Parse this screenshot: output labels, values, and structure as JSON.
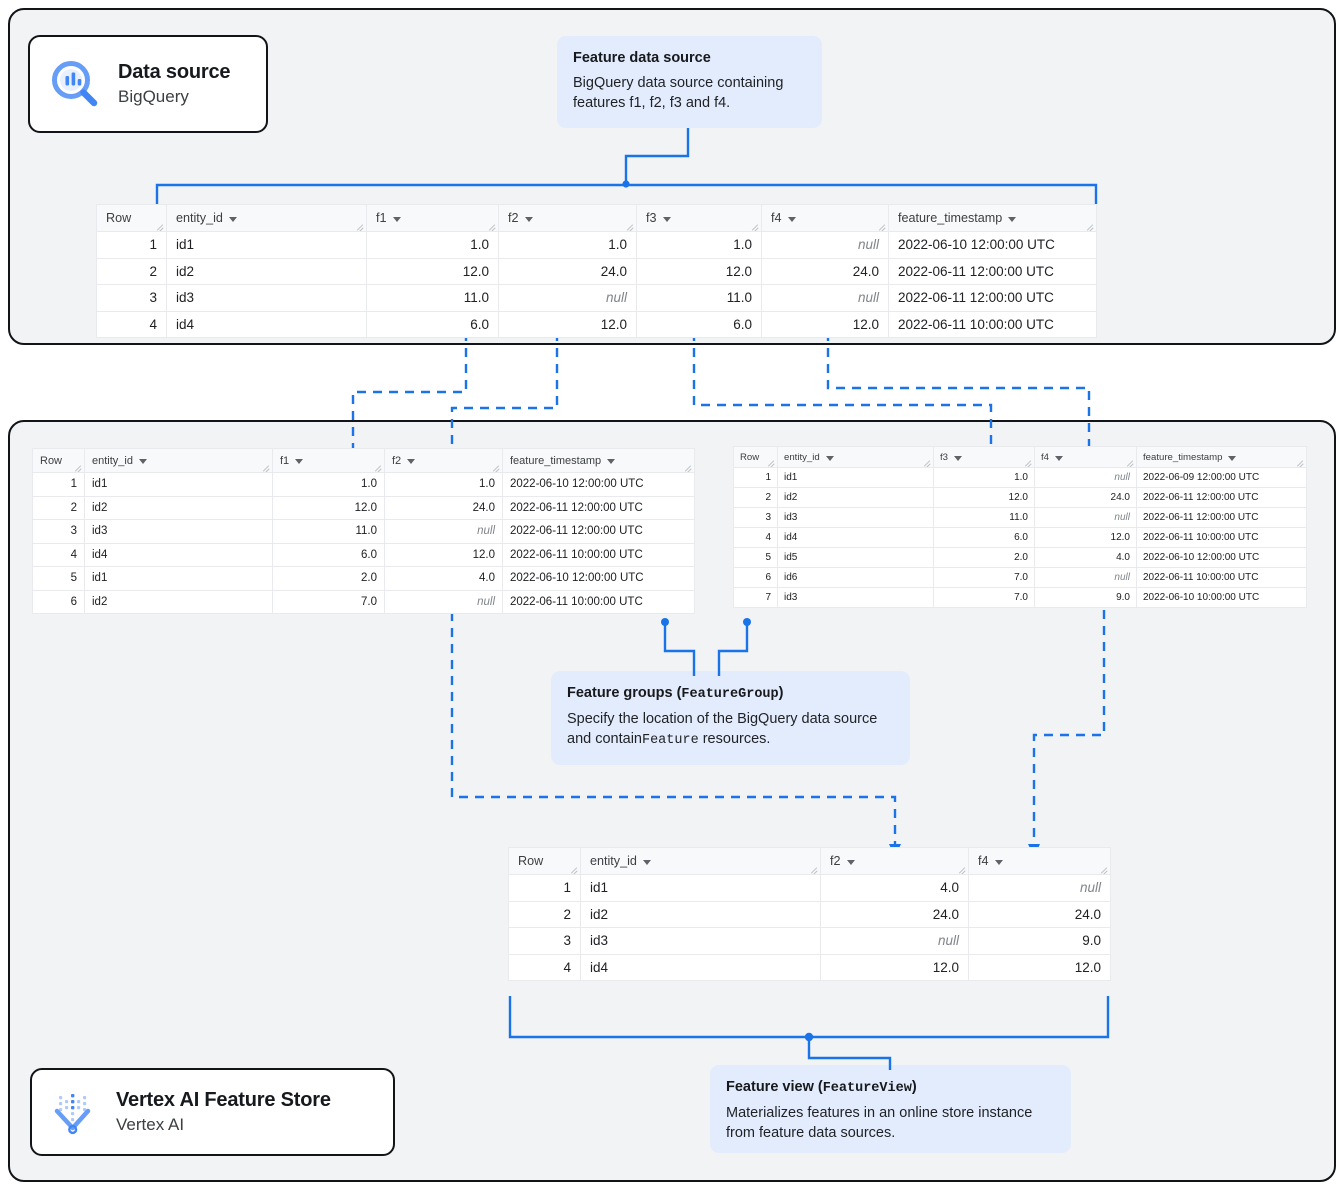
{
  "panels": {
    "source_panel_name": "Data source panel",
    "store_panel_name": "Vertex AI Feature Store panel"
  },
  "cards": [
    {
      "id": "bigquery",
      "title": "Data source",
      "subtitle": "BigQuery",
      "icon": "bigquery-magnifier-icon"
    },
    {
      "id": "featurestore",
      "title": "Vertex AI Feature Store",
      "subtitle": "Vertex AI",
      "icon": "vertex-ai-feature-store-icon"
    }
  ],
  "callouts": {
    "feature_data_source": {
      "title": "Feature data source",
      "body": "BigQuery data source containing features f1, f2, f3 and f4."
    },
    "feature_groups": {
      "title_plain": "Feature groups (",
      "title_mono": "FeatureGroup",
      "title_tail": ")",
      "body_a": "Specify the location of the BigQuery data source and contain",
      "body_mono": "Feature",
      "body_b": " resources."
    },
    "feature_view": {
      "title_plain": "Feature view (",
      "title_mono": "FeatureView",
      "title_tail": ")",
      "body": "Materializes features in an online store instance from feature data sources."
    }
  },
  "colors": {
    "accent": "#1a73e8",
    "callout_bg": "#e3ecfd",
    "panel_bg": "#f1f3f4",
    "panel_border": "#111418",
    "table_header_bg": "#f8f9fa",
    "table_border": "#e8eaed",
    "null_text": "#80868b"
  },
  "tables": {
    "source": {
      "name": "bigquery-source-table",
      "columns": [
        "Row",
        "entity_id",
        "f1",
        "f2",
        "f3",
        "f4",
        "feature_timestamp"
      ],
      "rows": [
        [
          "1",
          "id1",
          "1.0",
          "1.0",
          "1.0",
          "null",
          "2022-06-10 12:00:00 UTC"
        ],
        [
          "2",
          "id2",
          "12.0",
          "24.0",
          "12.0",
          "24.0",
          "2022-06-11 12:00:00 UTC"
        ],
        [
          "3",
          "id3",
          "11.0",
          "null",
          "11.0",
          "null",
          "2022-06-11 12:00:00 UTC"
        ],
        [
          "4",
          "id4",
          "6.0",
          "12.0",
          "6.0",
          "12.0",
          "2022-06-11 10:00:00 UTC"
        ]
      ]
    },
    "feature_group_1": {
      "name": "feature-group-1-table",
      "columns": [
        "Row",
        "entity_id",
        "f1",
        "f2",
        "feature_timestamp"
      ],
      "rows": [
        [
          "1",
          "id1",
          "1.0",
          "1.0",
          "2022-06-10 12:00:00 UTC"
        ],
        [
          "2",
          "id2",
          "12.0",
          "24.0",
          "2022-06-11 12:00:00 UTC"
        ],
        [
          "3",
          "id3",
          "11.0",
          "null",
          "2022-06-11 12:00:00 UTC"
        ],
        [
          "4",
          "id4",
          "6.0",
          "12.0",
          "2022-06-11 10:00:00 UTC"
        ],
        [
          "5",
          "id1",
          "2.0",
          "4.0",
          "2022-06-10 12:00:00 UTC"
        ],
        [
          "6",
          "id2",
          "7.0",
          "null",
          "2022-06-11 10:00:00 UTC"
        ]
      ]
    },
    "feature_group_2": {
      "name": "feature-group-2-table",
      "columns": [
        "Row",
        "entity_id",
        "f3",
        "f4",
        "feature_timestamp"
      ],
      "rows": [
        [
          "1",
          "id1",
          "1.0",
          "null",
          "2022-06-09 12:00:00 UTC"
        ],
        [
          "2",
          "id2",
          "12.0",
          "24.0",
          "2022-06-11 12:00:00 UTC"
        ],
        [
          "3",
          "id3",
          "11.0",
          "null",
          "2022-06-11 12:00:00 UTC"
        ],
        [
          "4",
          "id4",
          "6.0",
          "12.0",
          "2022-06-11 10:00:00 UTC"
        ],
        [
          "5",
          "id5",
          "2.0",
          "4.0",
          "2022-06-10 12:00:00 UTC"
        ],
        [
          "6",
          "id6",
          "7.0",
          "null",
          "2022-06-11 10:00:00 UTC"
        ],
        [
          "7",
          "id3",
          "7.0",
          "9.0",
          "2022-06-10 10:00:00 UTC"
        ]
      ]
    },
    "feature_view": {
      "name": "feature-view-table",
      "columns": [
        "Row",
        "entity_id",
        "f2",
        "f4"
      ],
      "rows": [
        [
          "1",
          "id1",
          "4.0",
          "null"
        ],
        [
          "2",
          "id2",
          "24.0",
          "24.0"
        ],
        [
          "3",
          "id3",
          "null",
          "9.0"
        ],
        [
          "4",
          "id4",
          "12.0",
          "12.0"
        ]
      ]
    }
  }
}
